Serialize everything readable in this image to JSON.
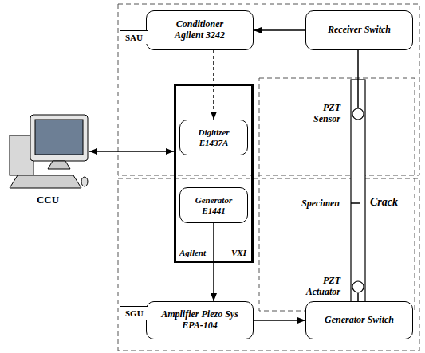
{
  "diagram": {
    "nodes": [
      {
        "text": [
          "Conditioner Agilent 3242"
        ]
      },
      {
        "text": [
          "Receiver Switch"
        ]
      },
      {
        "text": [
          "Agilent",
          "VXI"
        ]
      },
      {
        "text": [
          "Digitizer E1437A"
        ],
        "in": 2
      },
      {
        "text": [
          "Generator E1441"
        ],
        "in": 2
      },
      {
        "text": [
          "Amplifier Piezo Sys EPA-104"
        ]
      },
      {
        "text": [
          "Generator Switch"
        ]
      },
      {
        "text": [
          "CCU"
        ]
      },
      {
        "text": [
          "PZT Sensor"
        ]
      },
      {
        "text": [
          "PZT Actuator"
        ]
      }
    ],
    "edges": [
      {
        "from": 1,
        "to": 0,
        "arrow": "to"
      },
      {
        "from": 0,
        "to": 3,
        "arrow": "to"
      },
      {
        "from": 7,
        "to": 2,
        "arrow": "both"
      },
      {
        "from": 4,
        "to": 5,
        "arrow": "to"
      },
      {
        "from": 5,
        "to": 6,
        "arrow": "to"
      },
      {
        "from": 1,
        "to": 8,
        "arrow": "none"
      },
      {
        "from": 6,
        "to": 9,
        "arrow": "none"
      }
    ],
    "labels": [
      "SAU",
      "SGU",
      "Specimen",
      "Crack"
    ]
  }
}
